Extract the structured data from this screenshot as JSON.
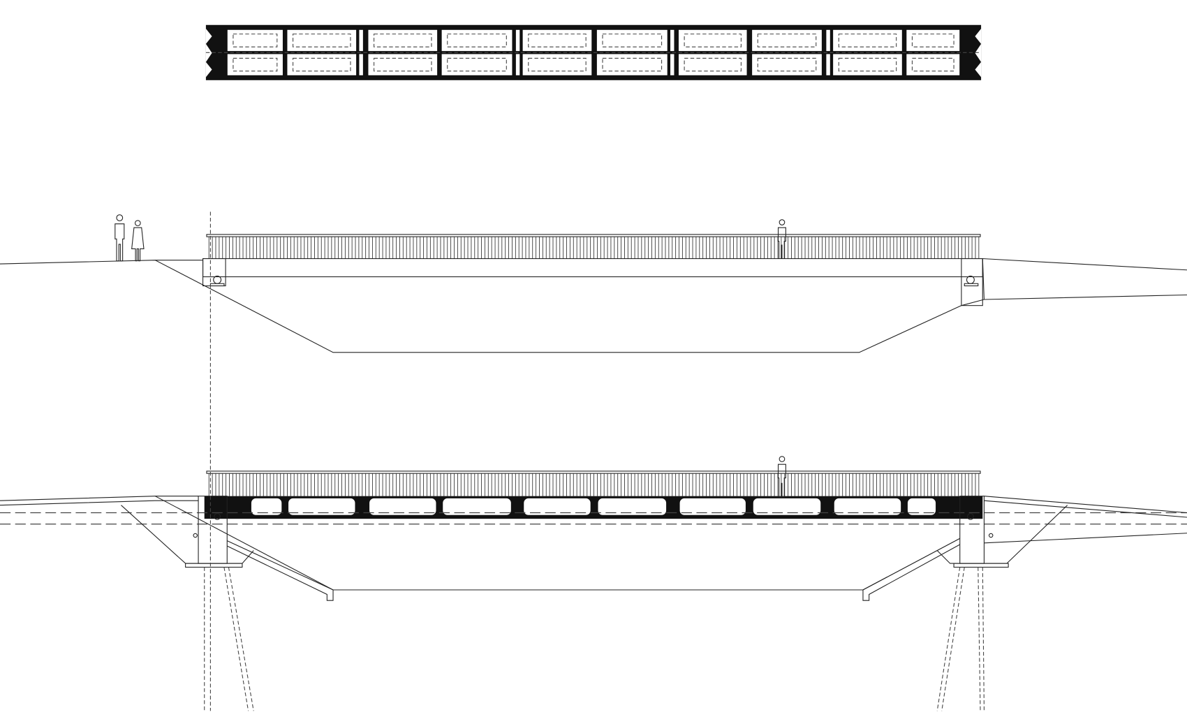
{
  "colors": {
    "ink": "#111111",
    "background": "#ffffff",
    "dashed": "#444444"
  },
  "views": [
    {
      "name": "plan",
      "description_visible": false
    },
    {
      "name": "elevation"
    },
    {
      "name": "section"
    }
  ]
}
